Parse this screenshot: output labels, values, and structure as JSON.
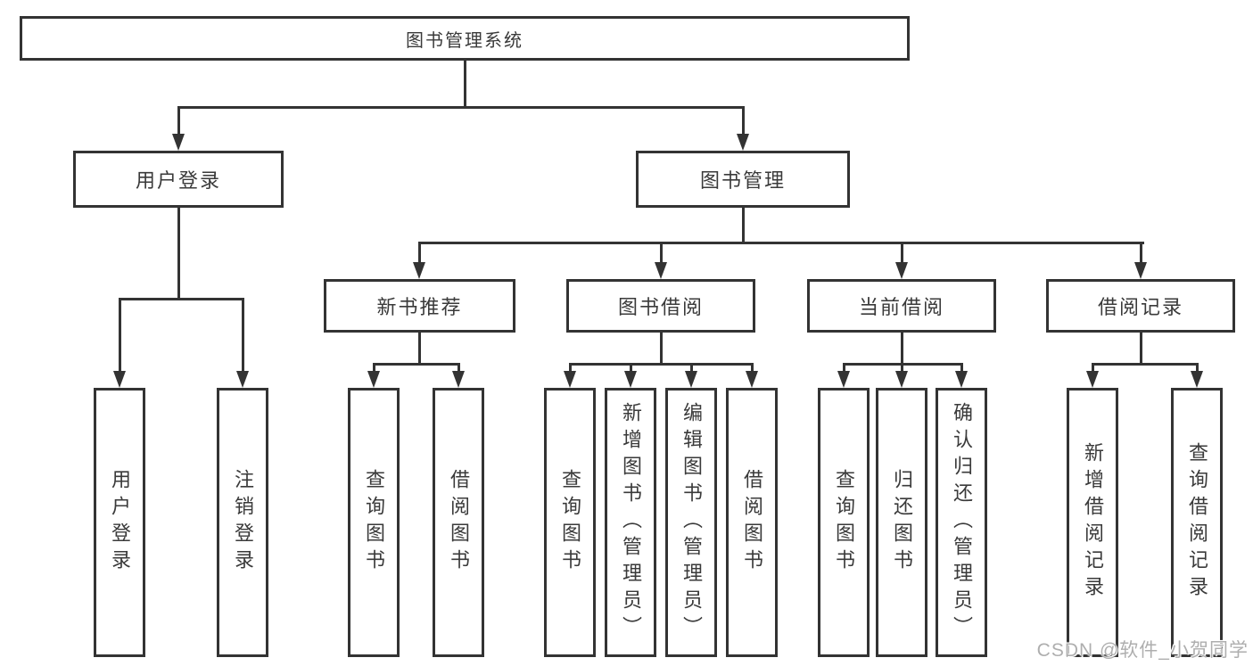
{
  "diagram": {
    "root": {
      "label": "图书管理系统"
    },
    "level2": [
      {
        "label": "用户登录"
      },
      {
        "label": "图书管理"
      }
    ],
    "level3": [
      {
        "label": "新书推荐"
      },
      {
        "label": "图书借阅"
      },
      {
        "label": "当前借阅"
      },
      {
        "label": "借阅记录"
      }
    ],
    "leaves": [
      {
        "label": "用户登录"
      },
      {
        "label": "注销登录"
      },
      {
        "label": "查询图书"
      },
      {
        "label": "借阅图书"
      },
      {
        "label": "查询图书"
      },
      {
        "label": "新增图书（管理员）"
      },
      {
        "label": "编辑图书（管理员）"
      },
      {
        "label": "借阅图书"
      },
      {
        "label": "查询图书"
      },
      {
        "label": "归还图书"
      },
      {
        "label": "确认归还（管理员）"
      },
      {
        "label": "新增借阅记录"
      },
      {
        "label": "查询借阅记录"
      }
    ]
  },
  "watermark": {
    "text": "CSDN @软件_小贺同学"
  },
  "colors": {
    "line": "#333333",
    "box_border": "#333333",
    "text": "#3a3a3a",
    "background": "#ffffff",
    "watermark": "#aeaeae"
  }
}
